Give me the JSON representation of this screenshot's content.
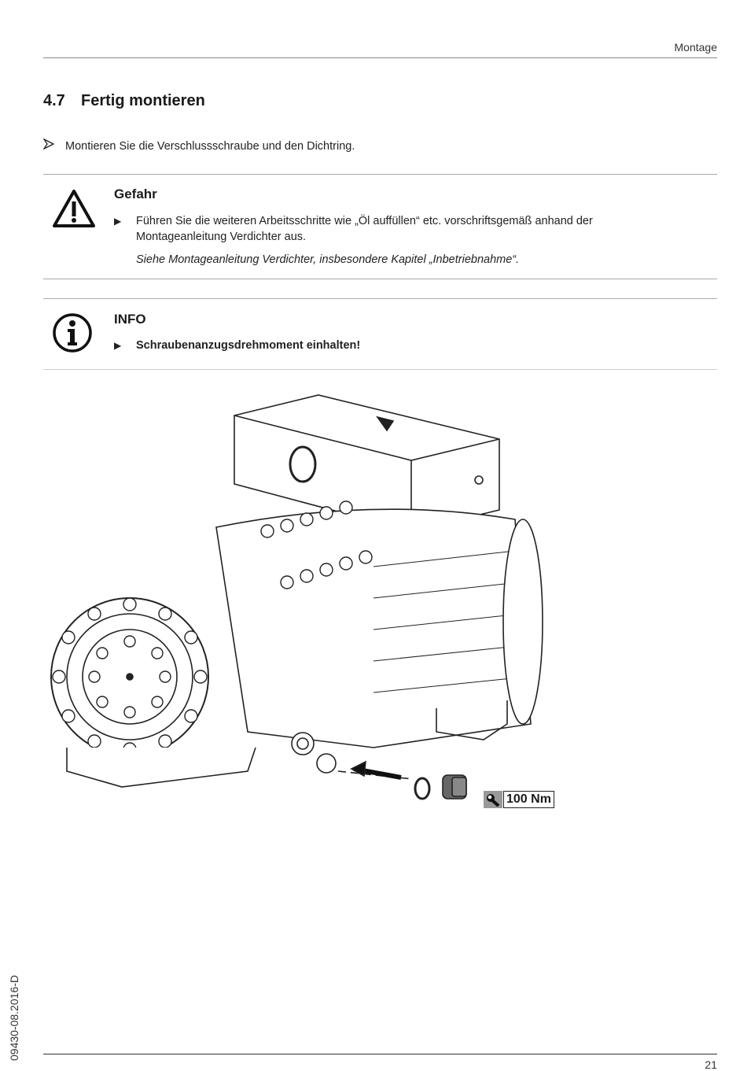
{
  "header": {
    "section": "Montage"
  },
  "heading": {
    "number": "4.7",
    "title": "Fertig montieren"
  },
  "step": {
    "icon": "hollow-arrow-icon",
    "text": "Montieren Sie die Verschlussschraube und den Dichtring."
  },
  "danger_box": {
    "icon": "warning-triangle-icon",
    "title": "Gefahr",
    "bullet": "Führen Sie die weiteren Arbeitsschritte wie „Öl auffüllen“ etc. vorschriftsgemäß anhand der Montageanleitung Verdichter aus.",
    "note": "Siehe Montageanleitung Verdichter, insbesondere Kapitel „Inbetriebnahme“."
  },
  "info_box": {
    "icon": "info-circle-icon",
    "title": "INFO",
    "bullet": "Schraubenanzugsdrehmoment einhalten!"
  },
  "figure": {
    "description": "Compressor illustration with sealing ring and plug screw",
    "torque_label": "100 Nm",
    "torque_icon": "wrench-icon"
  },
  "footer": {
    "doc_code": "09430-08.2016-D",
    "page": "21"
  }
}
